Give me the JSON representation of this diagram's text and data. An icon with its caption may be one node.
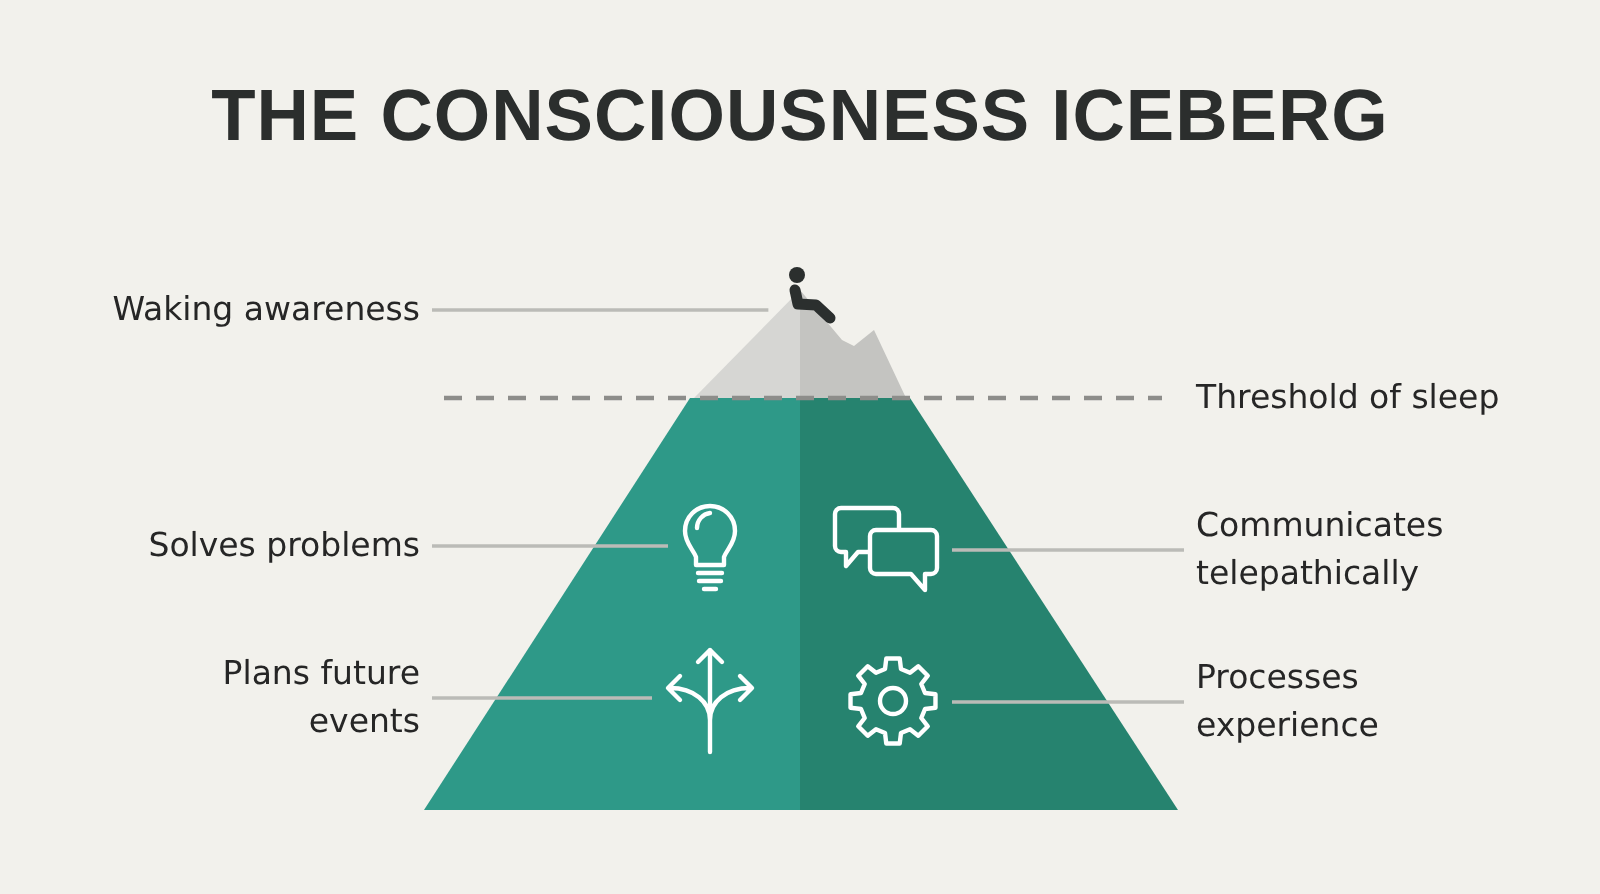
{
  "diagram": {
    "title": "THE CONSCIOUSNESS ICEBERG",
    "nodes": [
      {
        "text": [
          "Waking awareness"
        ]
      },
      {
        "text": [],
        "shape": "triangle"
      },
      {
        "text": [
          "Solves problems"
        ]
      },
      {
        "text": [],
        "shape": "picture"
      },
      {
        "text": [],
        "shape": "picture"
      },
      {
        "text": [
          "Communicates telepathically"
        ]
      },
      {
        "text": [
          "Plans future events"
        ]
      },
      {
        "text": [],
        "shape": "picture"
      },
      {
        "text": [],
        "shape": "picture"
      },
      {
        "text": [
          "Processes experience"
        ]
      }
    ],
    "edges": [
      {
        "from": 0,
        "to": 1,
        "arrow": "none"
      },
      {
        "from": 2,
        "to": 3,
        "arrow": "none"
      },
      {
        "from": 5,
        "to": 4,
        "arrow": "none"
      },
      {
        "from": 6,
        "to": 7,
        "arrow": "none"
      },
      {
        "from": 9,
        "to": 8,
        "arrow": "none"
      }
    ],
    "labels": [
      "Threshold of sleep"
    ]
  }
}
